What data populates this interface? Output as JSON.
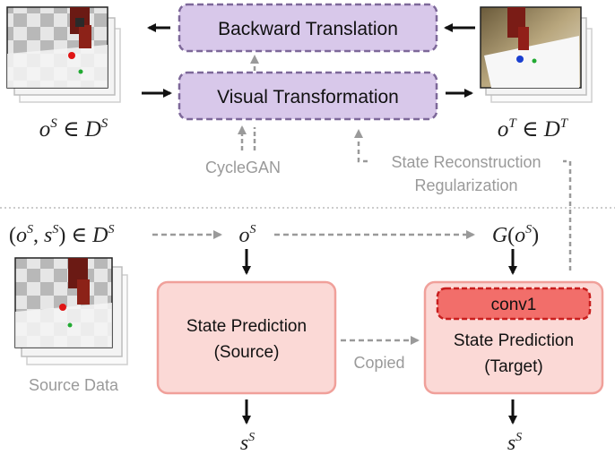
{
  "colors": {
    "purple_fill": "#d8c8ea",
    "purple_stroke": "#7d6899",
    "pink_fill": "#fbd9d6",
    "pink_stroke": "#f0a09a",
    "red_fill": "#f26e6a",
    "red_stroke": "#c81e1e",
    "gray": "#9a9a9a",
    "black": "#111111"
  },
  "top": {
    "backward_translation": "Backward Translation",
    "visual_transformation": "Visual Transformation",
    "cyclegan": "CycleGAN",
    "state_reconstruction_line1": "State Reconstruction",
    "state_reconstruction_line2": "Regularization",
    "source_obs_label": "o^S ∈ D^S",
    "target_obs_label": "o^T ∈ D^T"
  },
  "bottom": {
    "source_pair_label": "(o^S, s^S) ∈ D^S",
    "o_s_label": "o^S",
    "g_o_s_label": "G(o^S)",
    "state_prediction_source_line1": "State Prediction",
    "state_prediction_source_line2": "(Source)",
    "state_prediction_target_line1": "State Prediction",
    "state_prediction_target_line2": "(Target)",
    "conv1": "conv1",
    "copied": "Copied",
    "source_data": "Source Data",
    "s_s_left": "s^S",
    "s_s_right": "s^S"
  }
}
